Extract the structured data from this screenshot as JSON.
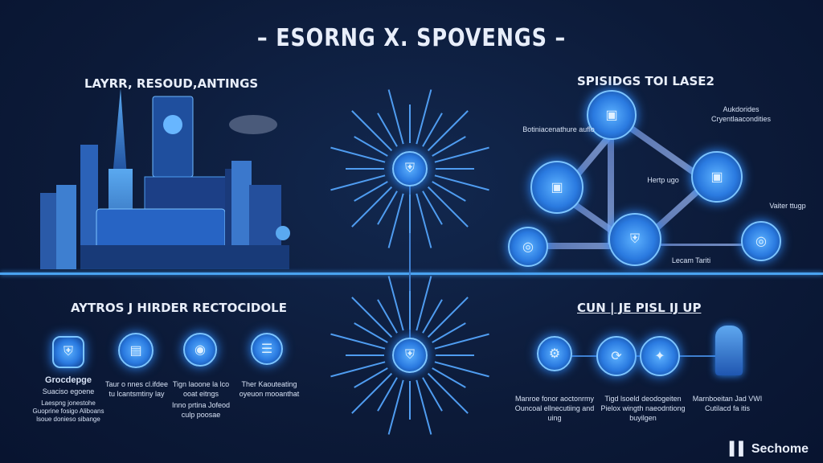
{
  "title": "– ESORNG X. SPOVENGS –",
  "top_left": {
    "heading": "LAYRR, RESOUD,ANTINGS"
  },
  "top_right": {
    "heading": "SPISIDGS TOI LASE2",
    "labels": [
      "Aukdorides Cryentlaacondities",
      "Botiniacenathure auflo",
      "Hertp ugo",
      "Vaiter ttugp",
      "Lecam Tariti"
    ]
  },
  "bottom_left": {
    "heading": "AYTROS J HIRDER RECTOCIDOLE",
    "items": [
      {
        "title": "Grocdepge",
        "text": "Suaciso egoene",
        "sub": "Laespng jonestohe Guoprine fosigo Aliboans lsoue donieso sibange"
      },
      {
        "title": "",
        "text": "Taur o nnes cl.ifdee tu lcantsmtiny lay",
        "sub": ""
      },
      {
        "title": "",
        "text": "Tign laoone la lco ooat eitngs",
        "sub": "Inno prtina Jofeod culp poosae"
      },
      {
        "title": "",
        "text": "Ther Kaouteating oyeuon mooanthat",
        "sub": ""
      }
    ]
  },
  "bottom_right": {
    "heading": "CUN | JE PISL IJ UP",
    "texts": [
      "Manroe fonor aoctonrmy Ouncoal ellnecutiing and uing",
      "Tigd lsoeld deodogeiten Pielox wingth naeodntiong buyilgen",
      "Marnboeitan Jad VWI Cutilacd fa itis"
    ]
  },
  "logo": "Sechome",
  "colors": {
    "background": "#0c1a38",
    "accent": "#4aa3f0"
  }
}
